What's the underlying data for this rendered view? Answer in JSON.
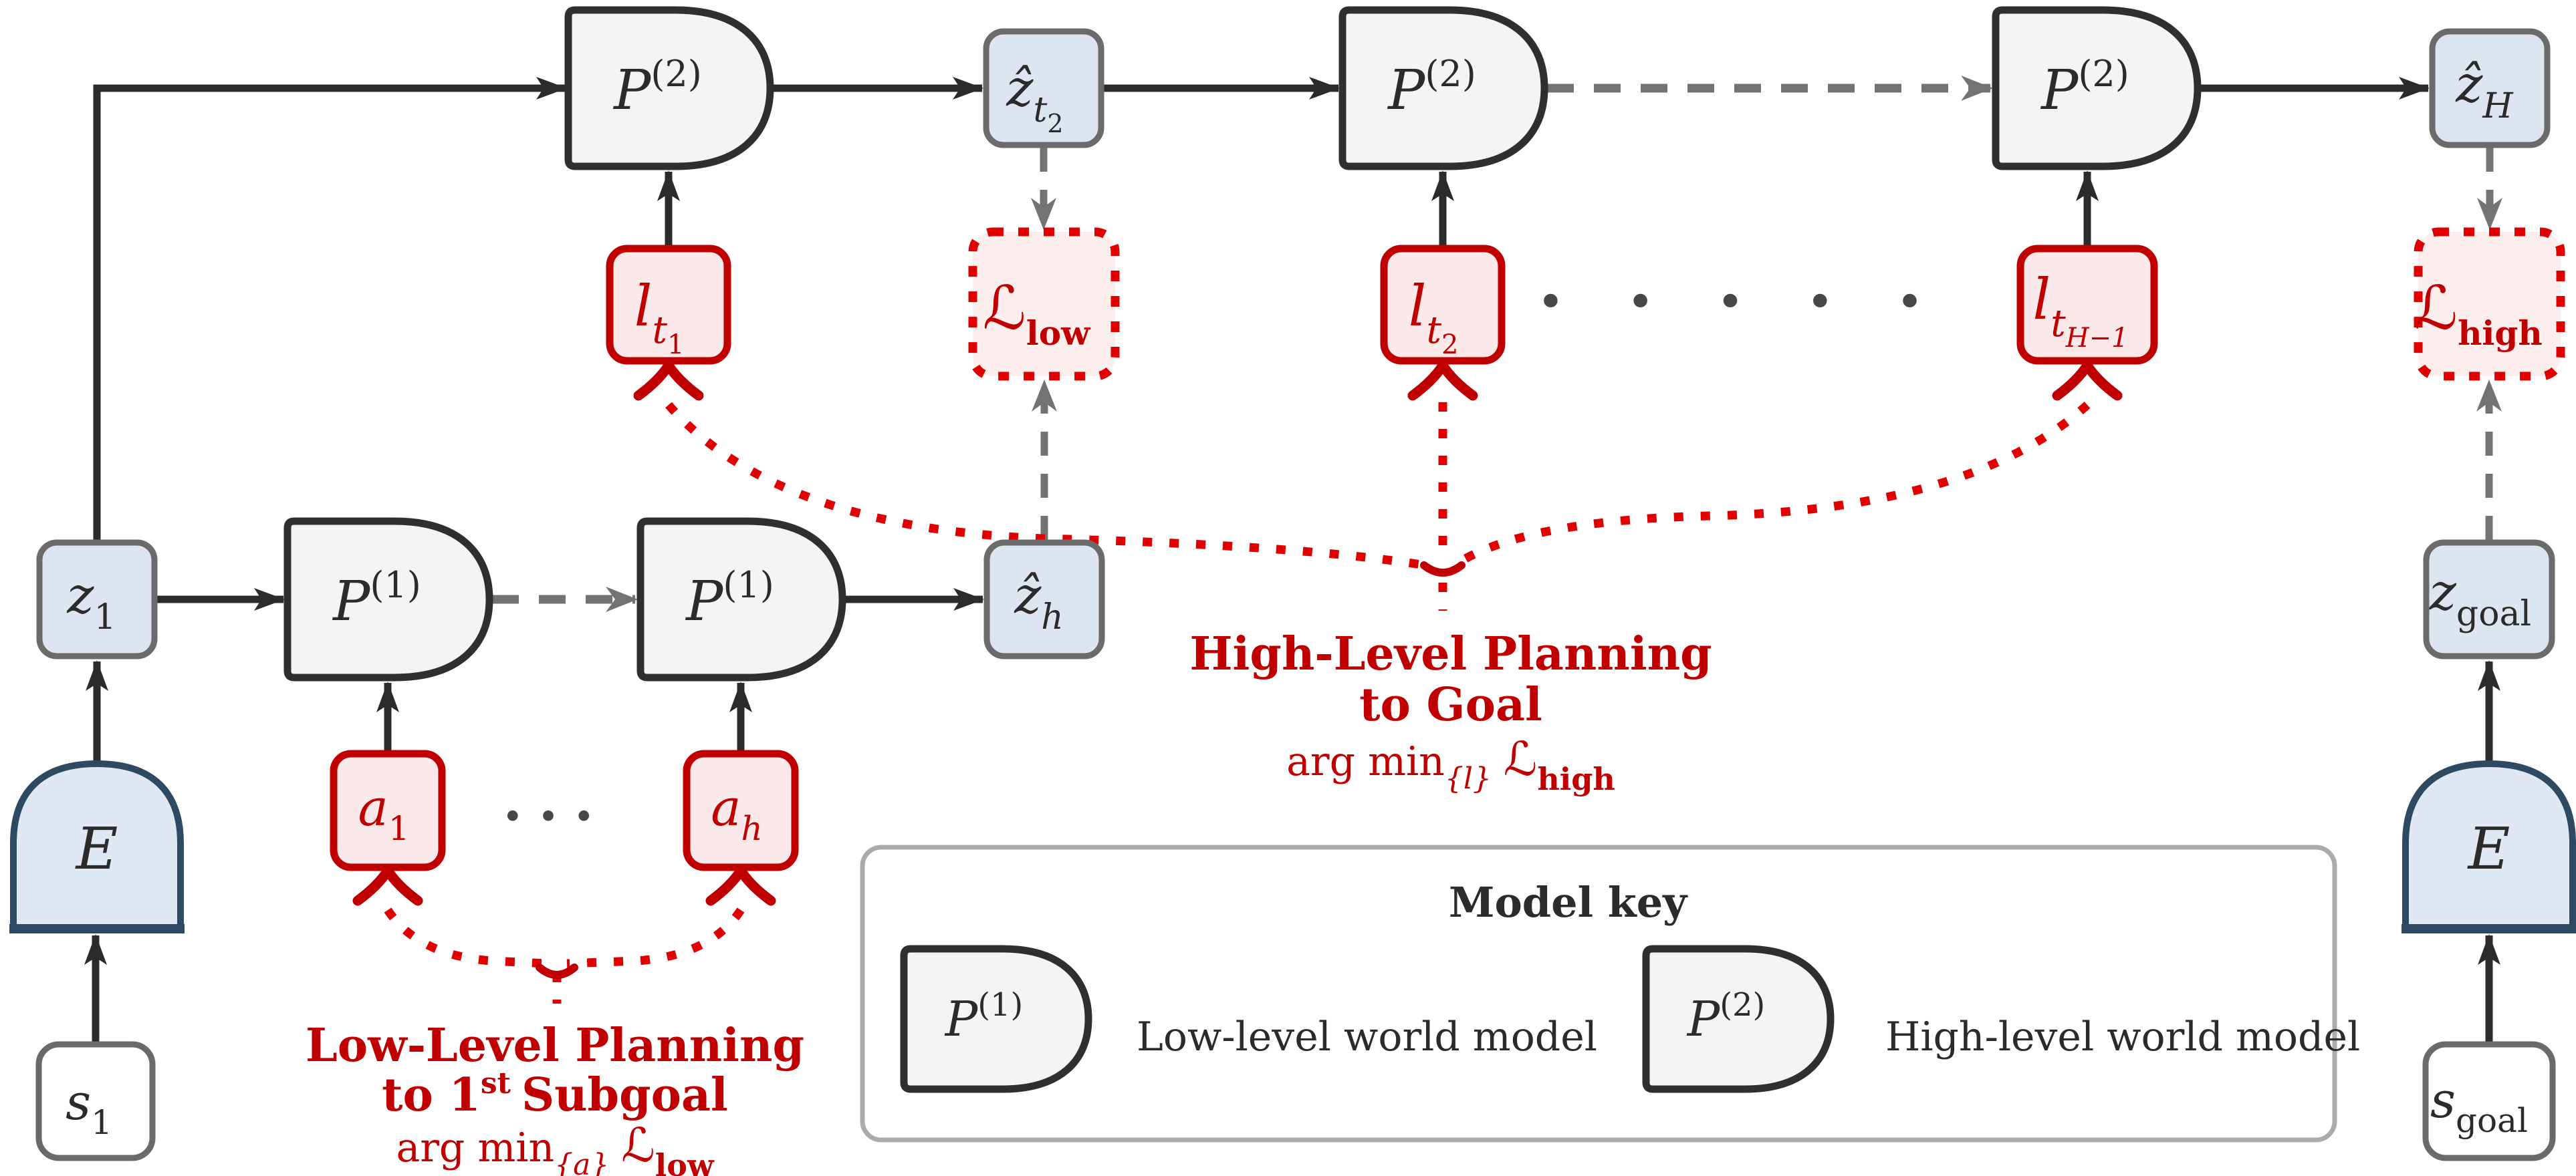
{
  "colors": {
    "red": "#c00000",
    "red2": "#e00000",
    "redfill": "#fbe9e9",
    "lossfill": "#fdeeee",
    "bluefill": "#dce5f0",
    "greyborder": "#6b6b6b",
    "efill": "#dfe8f3",
    "eborder": "#2e4a63",
    "pfill": "#f4f4f4",
    "pborder": "#2f2f2f",
    "line": "#2b2b2b",
    "grey": "#737373",
    "keyborder": "#ababab"
  },
  "nodes": {
    "p2": {
      "base": "P",
      "sup": "(2)"
    },
    "p1": {
      "base": "P",
      "sup": "(1)"
    },
    "encoder": "E",
    "z1": {
      "base": "z",
      "sub": "1"
    },
    "z_goal": {
      "base": "z",
      "sub": "goal"
    },
    "zhat_t2": {
      "base": "ẑ",
      "sub": "t",
      "subsub": "2"
    },
    "zhat_h": {
      "base": "ẑ",
      "sub": "h"
    },
    "zhat_H": {
      "base": "ẑ",
      "sub": "H"
    },
    "s1": {
      "base": "s",
      "sub": "1"
    },
    "s_goal": {
      "base": "s",
      "sub": "goal"
    },
    "l_t1": {
      "base": "l",
      "sub": "t",
      "subsub": "1"
    },
    "l_t2": {
      "base": "l",
      "sub": "t",
      "subsub": "2"
    },
    "l_tH_minus_1": {
      "base": "l",
      "sub": "t",
      "subsub": "H−1"
    },
    "a1": {
      "base": "a",
      "sub": "1"
    },
    "a_h": {
      "base": "a",
      "sub": "h"
    },
    "loss_low": {
      "base": "ℒ",
      "sub": "low"
    },
    "loss_high": {
      "base": "ℒ",
      "sub": "high"
    },
    "dots_wide": "·····",
    "dots_small": "···"
  },
  "annotations": {
    "high_level": {
      "line1": "High-Level Planning",
      "line2": "to Goal",
      "argmin": {
        "pre": "arg min",
        "sub": "{l}",
        "loss": "ℒ",
        "loss_sub": "high"
      }
    },
    "low_level": {
      "line1": "Low-Level Planning",
      "line2_pre": "to 1",
      "line2_sup": "st",
      "line2_post": "Subgoal",
      "argmin": {
        "pre": "arg min",
        "sub": "{a}",
        "loss": "ℒ",
        "loss_sub": "low"
      }
    }
  },
  "legend": {
    "title": "Model key",
    "low_label": "Low-level world model",
    "high_label": "High-level world model"
  }
}
